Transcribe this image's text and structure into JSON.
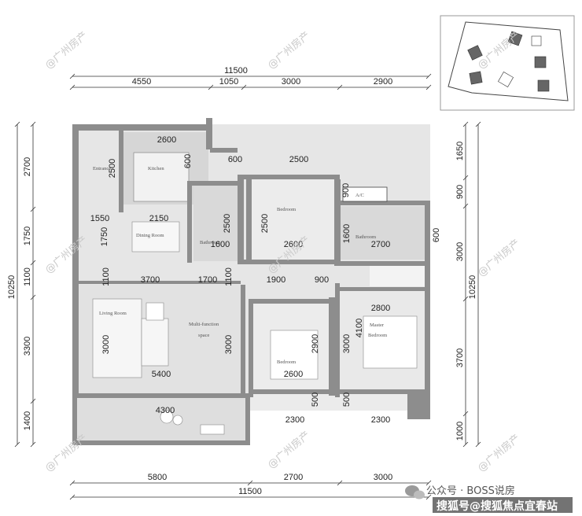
{
  "plan": {
    "top_dims": {
      "total": "11500",
      "segments": [
        "4550",
        "1050",
        "3000",
        "2900"
      ]
    },
    "bottom_dims": {
      "total": "11500",
      "segments": [
        "5800",
        "2700",
        "3000"
      ]
    },
    "left_dims": {
      "total": "10250",
      "segments": [
        "2700",
        "1750",
        "1100",
        "3300",
        "1400"
      ]
    },
    "right_dims": {
      "total": "10250",
      "segments": [
        "1650",
        "900",
        "3000",
        "3700",
        "1000"
      ]
    },
    "inner_dims": {
      "kitchen_w": "2600",
      "kitchen_h": "2500",
      "kitchen_small": "600",
      "corridor_600": "600",
      "bedroom_top_w": "2500",
      "ac_h": "900",
      "dining_1550": "1550",
      "dining_2150": "2150",
      "dining_h": "1750",
      "bath1_h": "2500",
      "bath1_w": "1600",
      "bed2_h": "2500",
      "bed2_w": "2600",
      "bath2_h": "1600",
      "bath2_w": "2700",
      "bath2_side": "600",
      "living_3700": "3700",
      "living_1700": "1700",
      "hall_1100": "1100",
      "hall_1100b": "1100",
      "hall_1900": "1900",
      "hall_900": "900",
      "master_w": "2800",
      "living_h": "3000",
      "living_w": "5400",
      "multi_h": "3000",
      "bed3_h": "2900",
      "bed3_w": "2600",
      "master_h1": "3000",
      "master_h2": "4100",
      "balcony_w": "4300",
      "bal_500a": "500",
      "bal_500b": "500",
      "bal_2300a": "2300",
      "bal_2300b": "2300"
    },
    "rooms": {
      "kitchen": "Kitchen",
      "entry": "Entrance",
      "dining": "Dining Room",
      "bathroom1": "Bathroom",
      "bedroom2": "Bedroom",
      "ac": "A/C",
      "bathroom2": "Bathroom",
      "living": "Living Room",
      "multi1": "Multi-function",
      "multi2": "space",
      "bedroom3": "Bedroom",
      "master1": "Master",
      "master2": "Bedroom"
    },
    "watermark": "@广州房产"
  },
  "footer": {
    "brand_line": "公众号 · BOSS说房",
    "credit": "搜狐号@搜狐焦点宜春站"
  },
  "colors": {
    "wall": "#8d8d8d",
    "floor": "#e4e4e4",
    "floor_light": "#efefef",
    "dim_line": "#333333"
  }
}
